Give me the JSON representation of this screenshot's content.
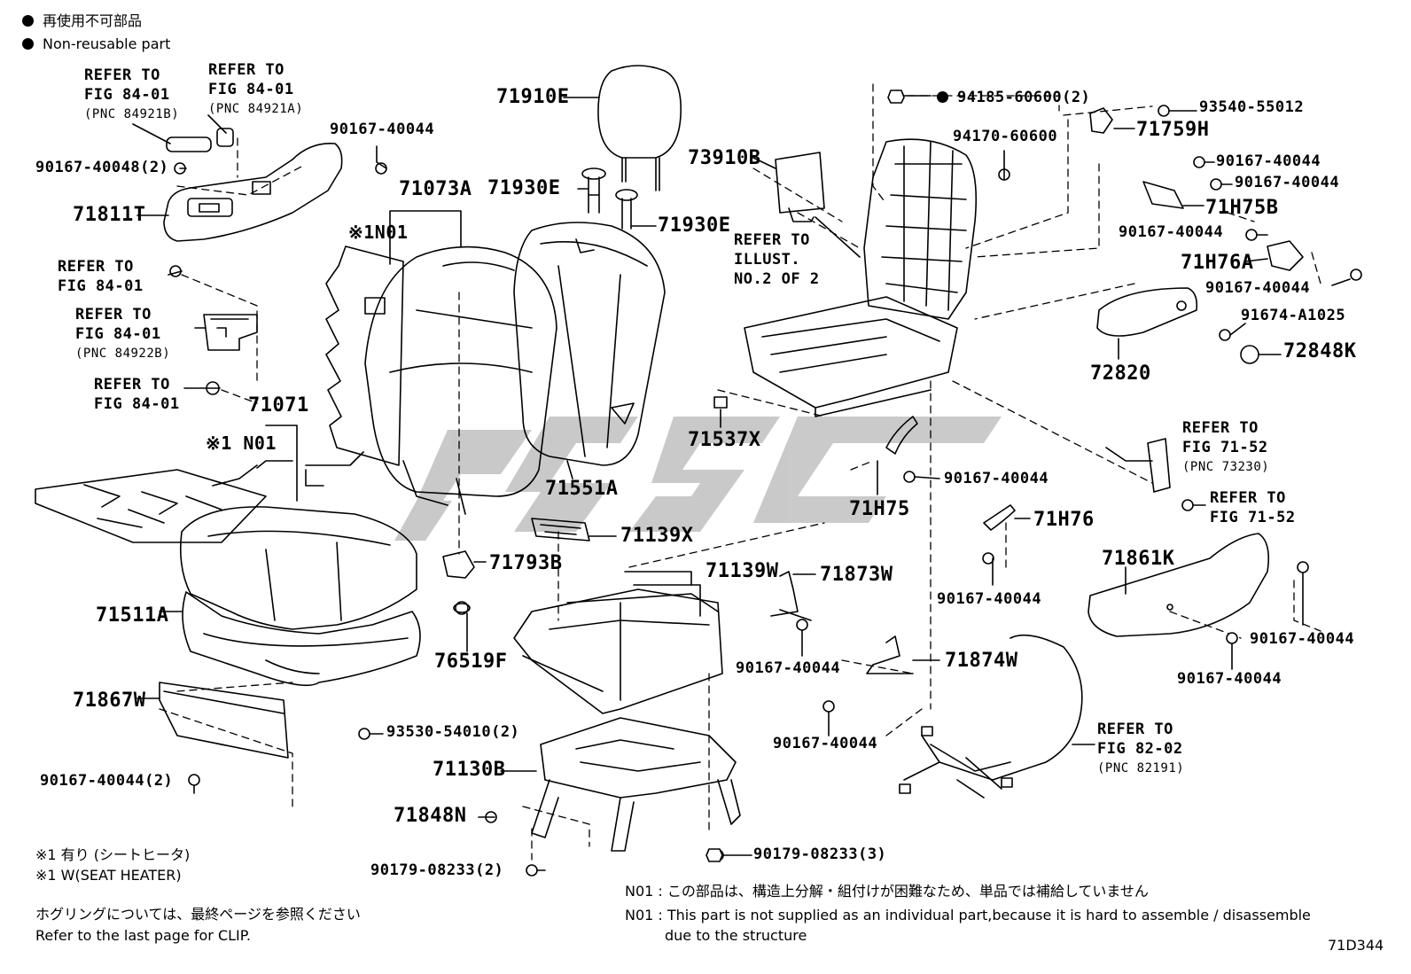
{
  "legend": {
    "jp": "再使用不可部品",
    "en": "Non-reusable part"
  },
  "parts": {
    "p71910E": "71910E",
    "p71930E_a": "71930E",
    "p71930E_b": "71930E",
    "p71073A": "71073A",
    "p71071": "71071",
    "p71811T": "71811T",
    "p90167_40048_2": "90167-40048(2)",
    "p90167_40044_top": "90167-40044",
    "p71511A": "71511A",
    "p71867W": "71867W",
    "p93530_54010_2": "93530-54010(2)",
    "p90167_40044_2": "90167-40044(2)",
    "p71793B": "71793B",
    "p76519F": "76519F",
    "p71551A": "71551A",
    "p71139X": "71139X",
    "p71139W": "71139W",
    "p71130B": "71130B",
    "p71848N": "71848N",
    "p90179_08233_2": "90179-08233(2)",
    "p90179_08233_3": "90179-08233(3)",
    "p73910B": "73910B",
    "p94185_60600_2": "94185-60600(2)",
    "p94170_60600": "94170-60600",
    "p93540_55012": "93540-55012",
    "p71759H": "71759H",
    "p90167_40044_r1": "90167-40044",
    "p90167_40044_r2": "90167-40044",
    "p71H75B": "71H75B",
    "p90167_40044_r3": "90167-40044",
    "p71H76A": "71H76A",
    "p90167_40044_r4": "90167-40044",
    "p91674_A1025": "91674-A1025",
    "p72848K": "72848K",
    "p72820": "72820",
    "p71537X": "71537X",
    "p90167_40044_m1": "90167-40044",
    "p71H75": "71H75",
    "p71H76": "71H76",
    "p90167_40044_m2": "90167-40044",
    "p71873W": "71873W",
    "p90167_40044_m3": "90167-40044",
    "p71874W": "71874W",
    "p90167_40044_m4": "90167-40044",
    "p71861K": "71861K",
    "p90167_40044_r5": "90167-40044",
    "p90167_40044_r6": "90167-40044"
  },
  "n01": {
    "label_a": "※1N01",
    "label_b": "※1 N01"
  },
  "refs": {
    "r1": {
      "l1": "REFER TO",
      "l2": "FIG 84-01",
      "l3": "(PNC 84921B)"
    },
    "r2": {
      "l1": "REFER TO",
      "l2": "FIG 84-01",
      "l3": "(PNC 84921A)"
    },
    "r3": {
      "l1": "REFER TO",
      "l2": "FIG 84-01"
    },
    "r4": {
      "l1": "REFER TO",
      "l2": "FIG 84-01",
      "l3": "(PNC 84922B)"
    },
    "r5": {
      "l1": "REFER TO",
      "l2": "FIG 84-01"
    },
    "r6": {
      "l1": "REFER TO",
      "l2": "ILLUST.",
      "l3": "NO.2 OF 2"
    },
    "r7": {
      "l1": "REFER TO",
      "l2": "FIG 71-52",
      "l3": "(PNC 73230)"
    },
    "r8": {
      "l1": "REFER TO",
      "l2": "FIG 71-52"
    },
    "r9": {
      "l1": "REFER TO",
      "l2": "FIG 82-02",
      "l3": "(PNC 82191)"
    }
  },
  "footnotes": {
    "heater_jp": "※1  有り (シートヒータ)",
    "heater_en": "※1  W(SEAT HEATER)",
    "clip_jp": "ホグリングについては、最終ページを参照ください",
    "clip_en": "Refer to the last page for CLIP.",
    "n01_jp": "N01 : この部品は、構造上分解・組付けが困難なため、単品では補給していません",
    "n01_en1": "N01 : This part is not supplied as an individual part,because it is hard to assemble / disassemble",
    "n01_en2": "due to the structure"
  },
  "figure_id": "71D344",
  "colors": {
    "line": "#000000",
    "watermark": "#c0c0c0",
    "background": "#ffffff"
  }
}
